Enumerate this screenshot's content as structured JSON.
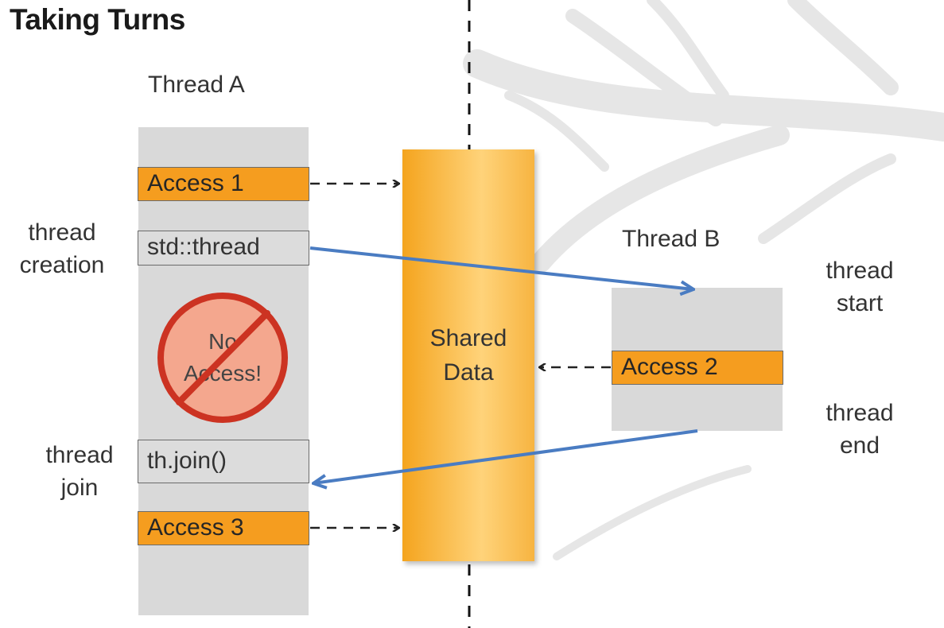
{
  "title": "Taking Turns",
  "thread_a": {
    "label": "Thread A",
    "access1": "Access 1",
    "create_call": "std::thread",
    "no_access": [
      "No",
      "Access!"
    ],
    "join_call": "th.join()",
    "access3": "Access 3"
  },
  "thread_b": {
    "label": "Thread B",
    "access2": "Access 2"
  },
  "shared": [
    "Shared",
    "Data"
  ],
  "side_labels": {
    "creation": [
      "thread",
      "creation"
    ],
    "join": [
      "thread",
      "join"
    ],
    "start": [
      "thread",
      "start"
    ],
    "end": [
      "thread",
      "end"
    ]
  },
  "colors": {
    "access_fill": "#f59d1f",
    "shared_fill": "#f8b746",
    "thread_column": "#d9d9d9",
    "control_arrow": "#4a7cc2",
    "no_access_circle": "#f4a78e",
    "no_access_ring": "#cc3322"
  }
}
